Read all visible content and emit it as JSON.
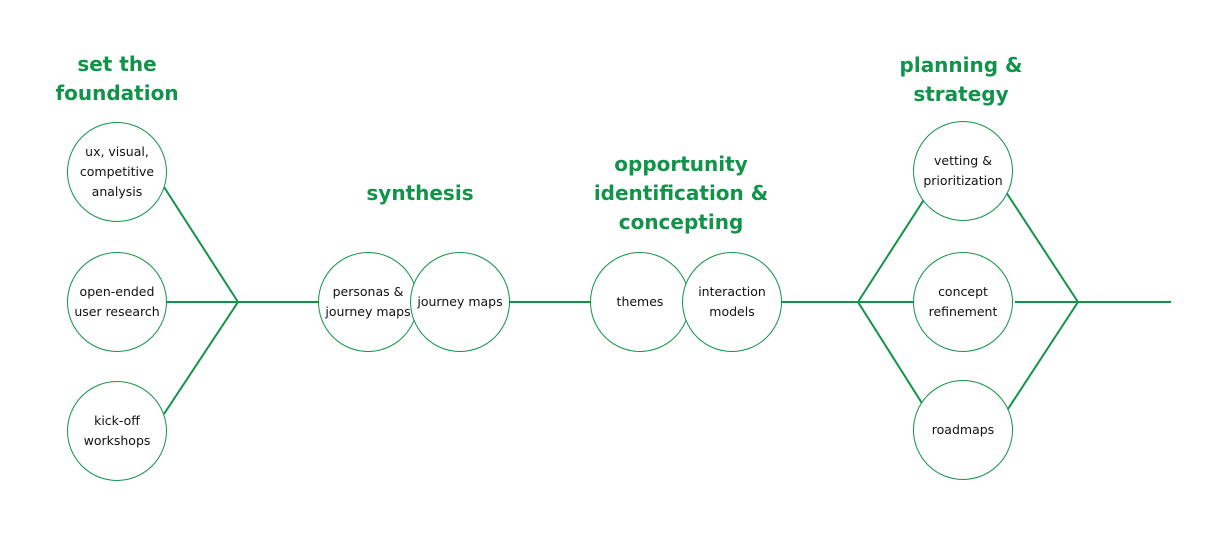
{
  "colors": {
    "accent": "#12934a",
    "text": "#111111",
    "background": "#ffffff"
  },
  "phases": [
    {
      "heading": "set the\nfoundation",
      "activities": [
        "ux, visual,\ncompetitive\nanalysis",
        "open-ended\nuser research",
        "kick-off\nworkshops"
      ]
    },
    {
      "heading": "synthesis",
      "activities": [
        "personas &\njourney maps",
        "journey maps"
      ]
    },
    {
      "heading": "opportunity\nidentification &\nconcepting",
      "activities": [
        "themes",
        "interaction\nmodels"
      ]
    },
    {
      "heading": "planning &\nstrategy",
      "activities": [
        "vetting &\nprioritization",
        "concept\nrefinement",
        "roadmaps"
      ]
    }
  ]
}
